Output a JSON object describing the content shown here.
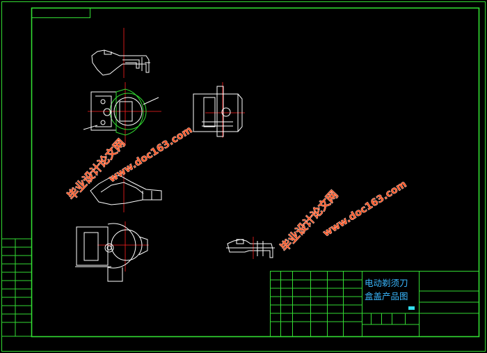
{
  "drawing": {
    "title_line1": "电动剃须刀",
    "title_line2": "盒盖产品图",
    "colors": {
      "background": "#000000",
      "frame": "#33dd33",
      "part": "#ffffff",
      "centerline": "#ff2020",
      "title_text": "#3ab8ff",
      "watermark": "#ff5a2a"
    }
  },
  "watermarks": [
    {
      "cn": "毕业设计论文网",
      "url": "www.doc163.com"
    },
    {
      "cn": "毕业设计论文网",
      "url": "www.doc163.com"
    }
  ]
}
